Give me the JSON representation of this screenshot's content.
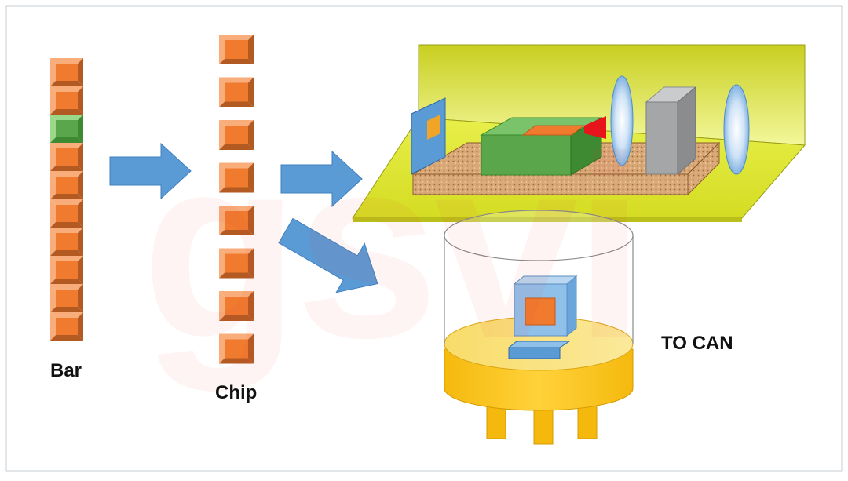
{
  "labels": {
    "bar": "Bar",
    "chip": "Chip",
    "to_can": "TO CAN"
  },
  "watermark": "gsvi",
  "colors": {
    "chip_orange": "#f07a2e",
    "chip_bevel": "#d9733a",
    "defect_green": "#5aa64a",
    "arrow_blue": "#5b9bd5",
    "platform_yellow": "#e6ee3a",
    "can_gold": "#f7c21a",
    "lens_blue": "#8fc0ea",
    "border_gray": "#c9cfd4"
  },
  "icons": [
    "bar-stack-icon",
    "chip-column-icon",
    "process-arrow-icon",
    "optical-bench-icon",
    "to-can-package-icon"
  ]
}
